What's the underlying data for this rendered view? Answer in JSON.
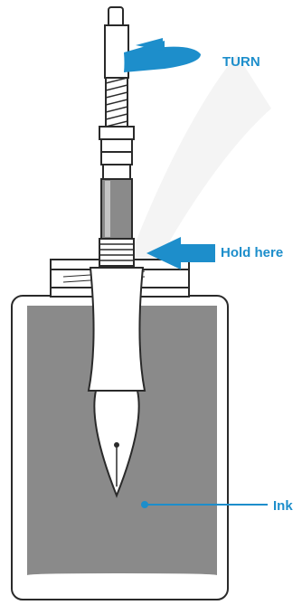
{
  "labels": {
    "turn": "TURN",
    "hold": "Hold here",
    "ink": "Ink"
  },
  "colors": {
    "accent": "#1d8ecb",
    "ink": "#8a8a8a",
    "outline": "#2a2a2a",
    "watermark": "#f4f4f4"
  }
}
